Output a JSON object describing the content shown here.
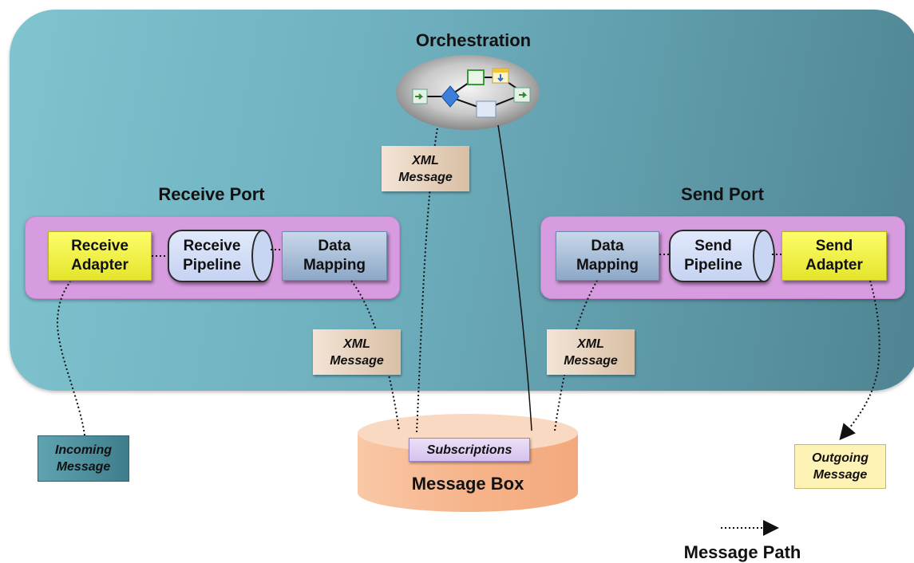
{
  "orchestration": {
    "title": "Orchestration"
  },
  "receive_port": {
    "title": "Receive Port",
    "adapter": "Receive\nAdapter",
    "pipeline": "Receive\nPipeline",
    "mapping": "Data\nMapping"
  },
  "send_port": {
    "title": "Send Port",
    "mapping": "Data\nMapping",
    "pipeline": "Send\nPipeline",
    "adapter": "Send\nAdapter"
  },
  "messages": {
    "orchestration_xml": "XML\nMessage",
    "receive_xml": "XML\nMessage",
    "send_xml": "XML\nMessage",
    "incoming": "Incoming\nMessage",
    "outgoing": "Outgoing\nMessage"
  },
  "message_box": {
    "subscriptions": "Subscriptions",
    "title": "Message Box"
  },
  "legend": {
    "label": "Message Path"
  },
  "colors": {
    "panel": "#6fb0bf",
    "port": "#d79ce0",
    "adapter": "#f0f04a",
    "mapping": "#aabfd9",
    "message_box": "#f7b78f"
  }
}
